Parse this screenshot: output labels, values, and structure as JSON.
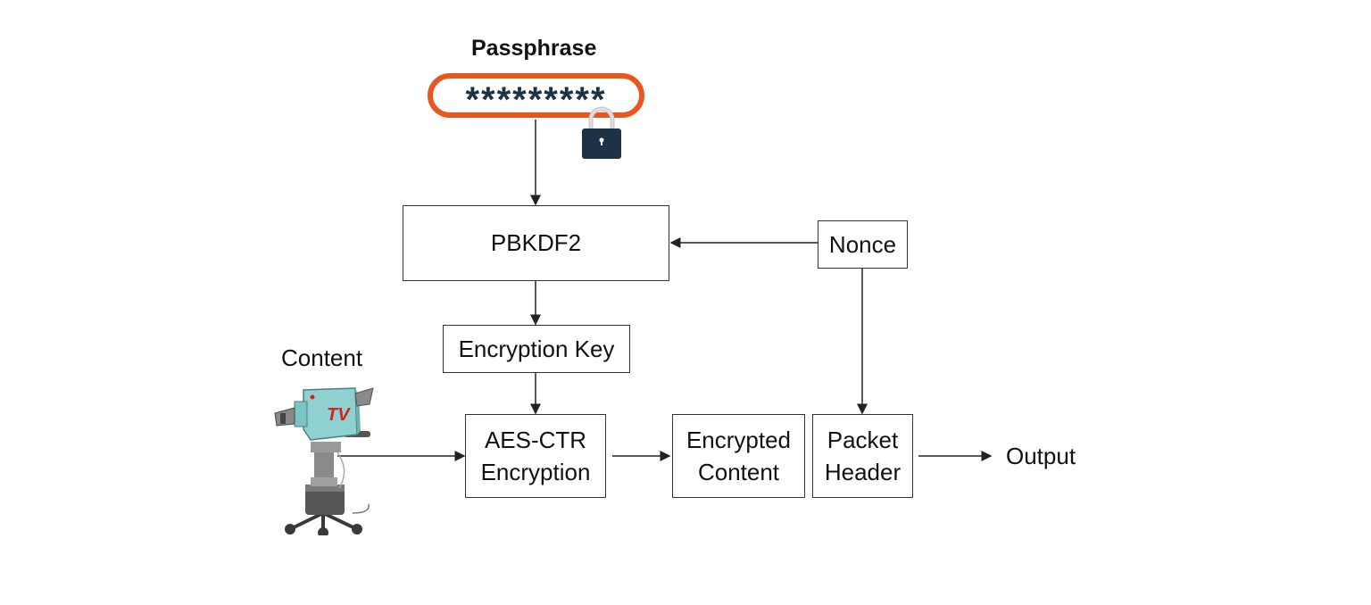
{
  "diagram": {
    "passphrase": {
      "title": "Passphrase",
      "masked_value": "*********"
    },
    "icons": {
      "lock": "lock-icon",
      "camera": "tv-camera-icon"
    },
    "camera_badge": "TV",
    "nodes": {
      "pbkdf2": "PBKDF2",
      "nonce": "Nonce",
      "encryption_key": "Encryption Key",
      "aes_ctr": [
        "AES-CTR",
        "Encryption"
      ],
      "encrypted_content": [
        "Encrypted",
        "Content"
      ],
      "packet_header": [
        "Packet",
        "Header"
      ]
    },
    "content_label": "Content",
    "output_label": "Output",
    "colors": {
      "accent": "#e8571e",
      "lock": "#1d3244",
      "camera_body": "#8fd1d0",
      "badge": "#d42020"
    },
    "edges": [
      {
        "from": "passphrase",
        "to": "pbkdf2"
      },
      {
        "from": "nonce",
        "to": "pbkdf2"
      },
      {
        "from": "pbkdf2",
        "to": "encryption_key"
      },
      {
        "from": "encryption_key",
        "to": "aes_ctr"
      },
      {
        "from": "content",
        "to": "aes_ctr"
      },
      {
        "from": "aes_ctr",
        "to": "encrypted_content"
      },
      {
        "from": "nonce",
        "to": "packet_header"
      },
      {
        "from": "packet_header",
        "to": "output"
      }
    ]
  }
}
